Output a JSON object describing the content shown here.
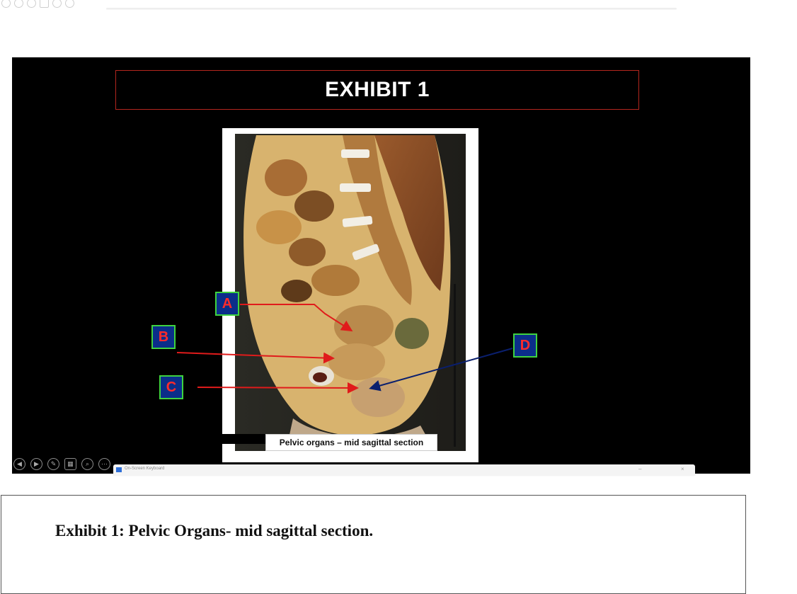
{
  "top_toolbar": {
    "icons": [
      "prev-icon",
      "next-icon",
      "pen-icon",
      "slides-icon",
      "zoom-icon",
      "more-icon"
    ]
  },
  "slide": {
    "title": "EXHIBIT 1",
    "caption": "Pelvic organs – mid sagittal section",
    "markers": {
      "a": "A",
      "b": "B",
      "c": "C",
      "d": "D"
    },
    "colors": {
      "marker_fill": "#0b2e8a",
      "marker_border": "#3fd33f",
      "marker_text": "#ff2b2b",
      "arrow_red": "#e01b1b",
      "arrow_blue": "#0a1f6e",
      "title_border": "#b3261e"
    }
  },
  "slide_controls": {
    "icons": [
      "previous-slide-icon",
      "next-slide-icon",
      "pen-icon",
      "see-all-slides-icon",
      "zoom-icon",
      "more-options-icon"
    ]
  },
  "on_screen_keyboard": {
    "title": "On-Screen Keyboard",
    "minimize": "–",
    "close": "×"
  },
  "question": {
    "text": "Exhibit 1: Pelvic Organs- mid sagittal section."
  }
}
